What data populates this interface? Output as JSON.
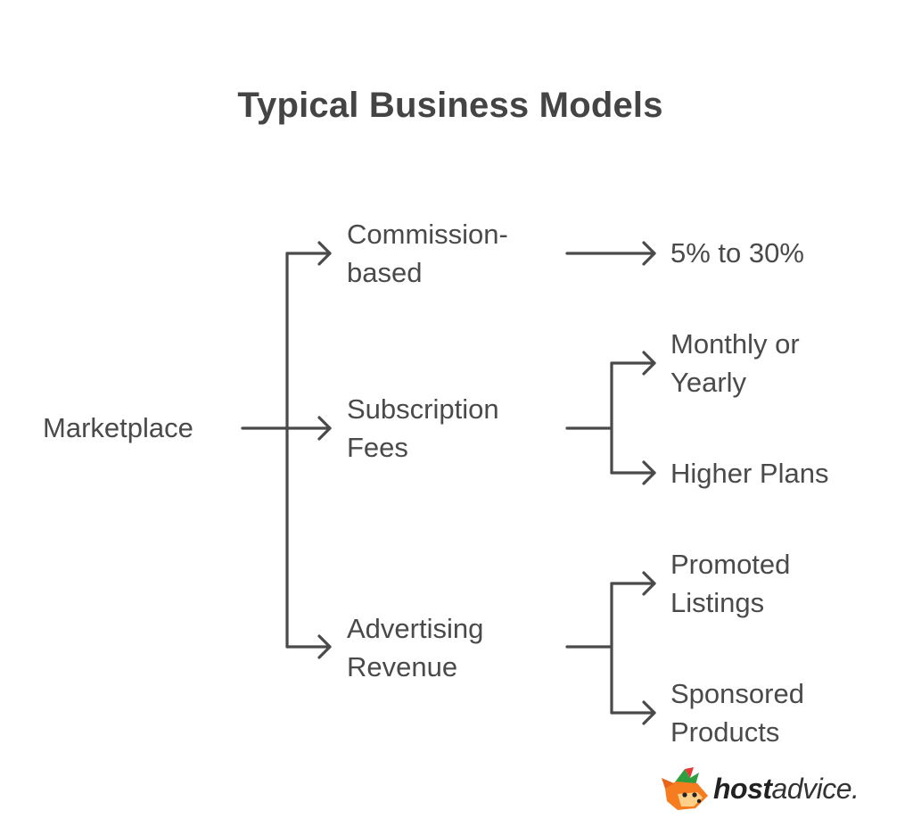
{
  "title": "Typical Business Models",
  "root": {
    "label": "Marketplace"
  },
  "models": [
    {
      "label": [
        "Commission-",
        "based"
      ],
      "details": [
        [
          "5% to 30%"
        ]
      ]
    },
    {
      "label": [
        "Subscription",
        "Fees"
      ],
      "details": [
        [
          "Monthly or",
          "Yearly"
        ],
        [
          "Higher Plans"
        ]
      ]
    },
    {
      "label": [
        "Advertising",
        "Revenue"
      ],
      "details": [
        [
          "Promoted",
          "Listings"
        ],
        [
          "Sponsored",
          "Products"
        ]
      ]
    }
  ],
  "brand": {
    "name_bold": "host",
    "name_rest": "advice.",
    "icon": "fox-mascot-icon"
  },
  "colors": {
    "text": "#4a4a4a",
    "connector": "#4a4a4a",
    "background": "#ffffff"
  }
}
